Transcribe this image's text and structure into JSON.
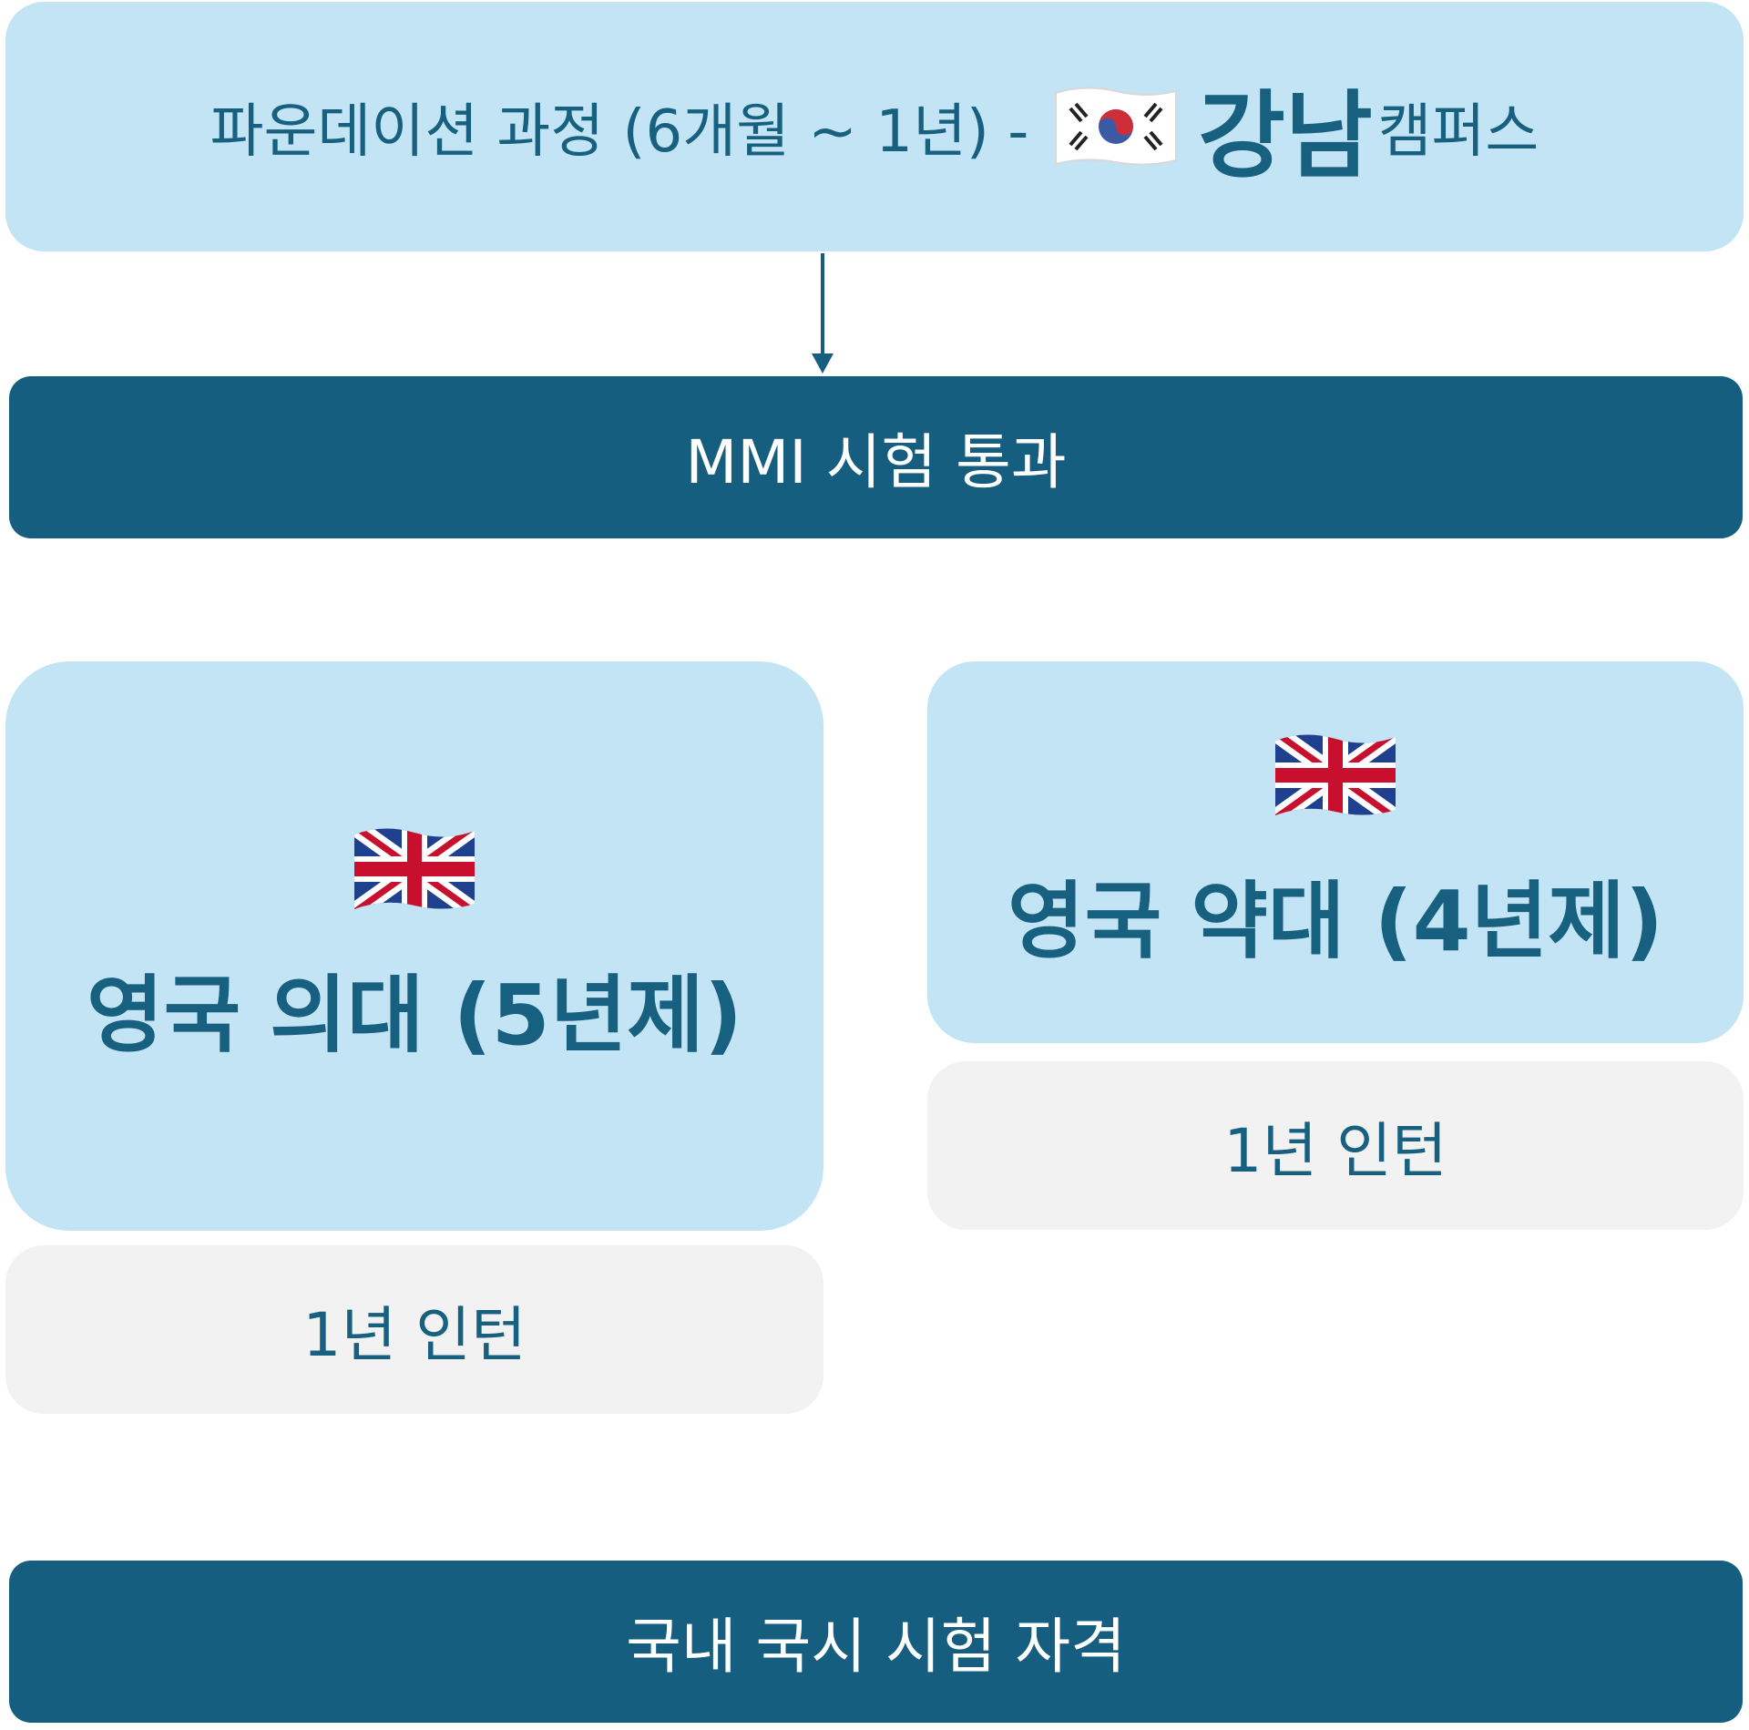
{
  "top": {
    "course": "파운데이션 과정 (6개월 ~ 1년) -",
    "city": "강남",
    "campus": "캠퍼스"
  },
  "mmi": {
    "label": "MMI 시험 통과"
  },
  "medicine": {
    "title": "영국 의대 (5년제)",
    "intern": "1년 인턴"
  },
  "pharmacy": {
    "title": "영국 약대 (4년제)",
    "intern": "1년 인턴"
  },
  "final": {
    "label": "국내 국시 시험 자격"
  },
  "icons": {
    "top_flag": "korea-flag-icon",
    "school_flag": "uk-flag-icon"
  },
  "colors": {
    "light_box": "#c3e4f5",
    "dark_box": "#165e80",
    "grey_box": "#f2f2f2",
    "text": "#17607f"
  }
}
